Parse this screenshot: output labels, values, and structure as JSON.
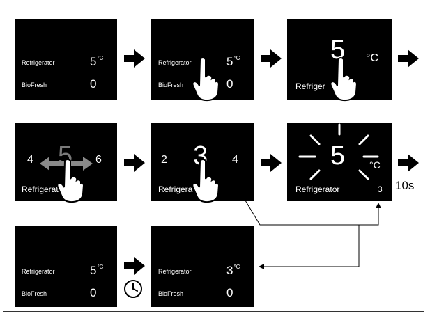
{
  "screens": {
    "s1": {
      "refrigerator_label": "Refrigerator",
      "refrigerator_value": "5",
      "unit": "°C",
      "biofresh_label": "BioFresh",
      "biofresh_value": "0"
    },
    "s2": {
      "refrigerator_label": "Refrigerator",
      "refrigerator_value": "5",
      "unit": "°C",
      "biofresh_label": "BioFresh",
      "biofresh_value": "0"
    },
    "s3": {
      "big_value": "5",
      "unit": "°C",
      "name": "Refriger"
    },
    "s4": {
      "left_value": "4",
      "big_value": "5",
      "right_value": "6",
      "name": "Refrigerator"
    },
    "s5": {
      "left_value": "2",
      "big_value": "3",
      "right_value": "4",
      "name": "Refrigera"
    },
    "s6": {
      "big_value": "5",
      "unit": "°C",
      "name": "Refrigerator",
      "small_value": "3"
    },
    "s7": {
      "refrigerator_label": "Refrigerator",
      "refrigerator_value": "5",
      "unit": "°C",
      "biofresh_label": "BioFresh",
      "biofresh_value": "0"
    },
    "s8": {
      "refrigerator_label": "Refrigerator",
      "refrigerator_value": "3",
      "unit": "°C",
      "biofresh_label": "BioFresh",
      "biofresh_value": "0"
    }
  },
  "timer_label": "10s",
  "icons": {
    "step_arrow": "right-arrow-icon",
    "touch": "hand-touch-icon",
    "clock": "clock-icon",
    "swipe": "swipe-arrows-icon",
    "blink": "blink-rays"
  },
  "colors": {
    "screen_bg": "#000000",
    "screen_text": "#ffffff",
    "arrow": "#000000",
    "swipe_arrow": "#8a8a8a"
  }
}
